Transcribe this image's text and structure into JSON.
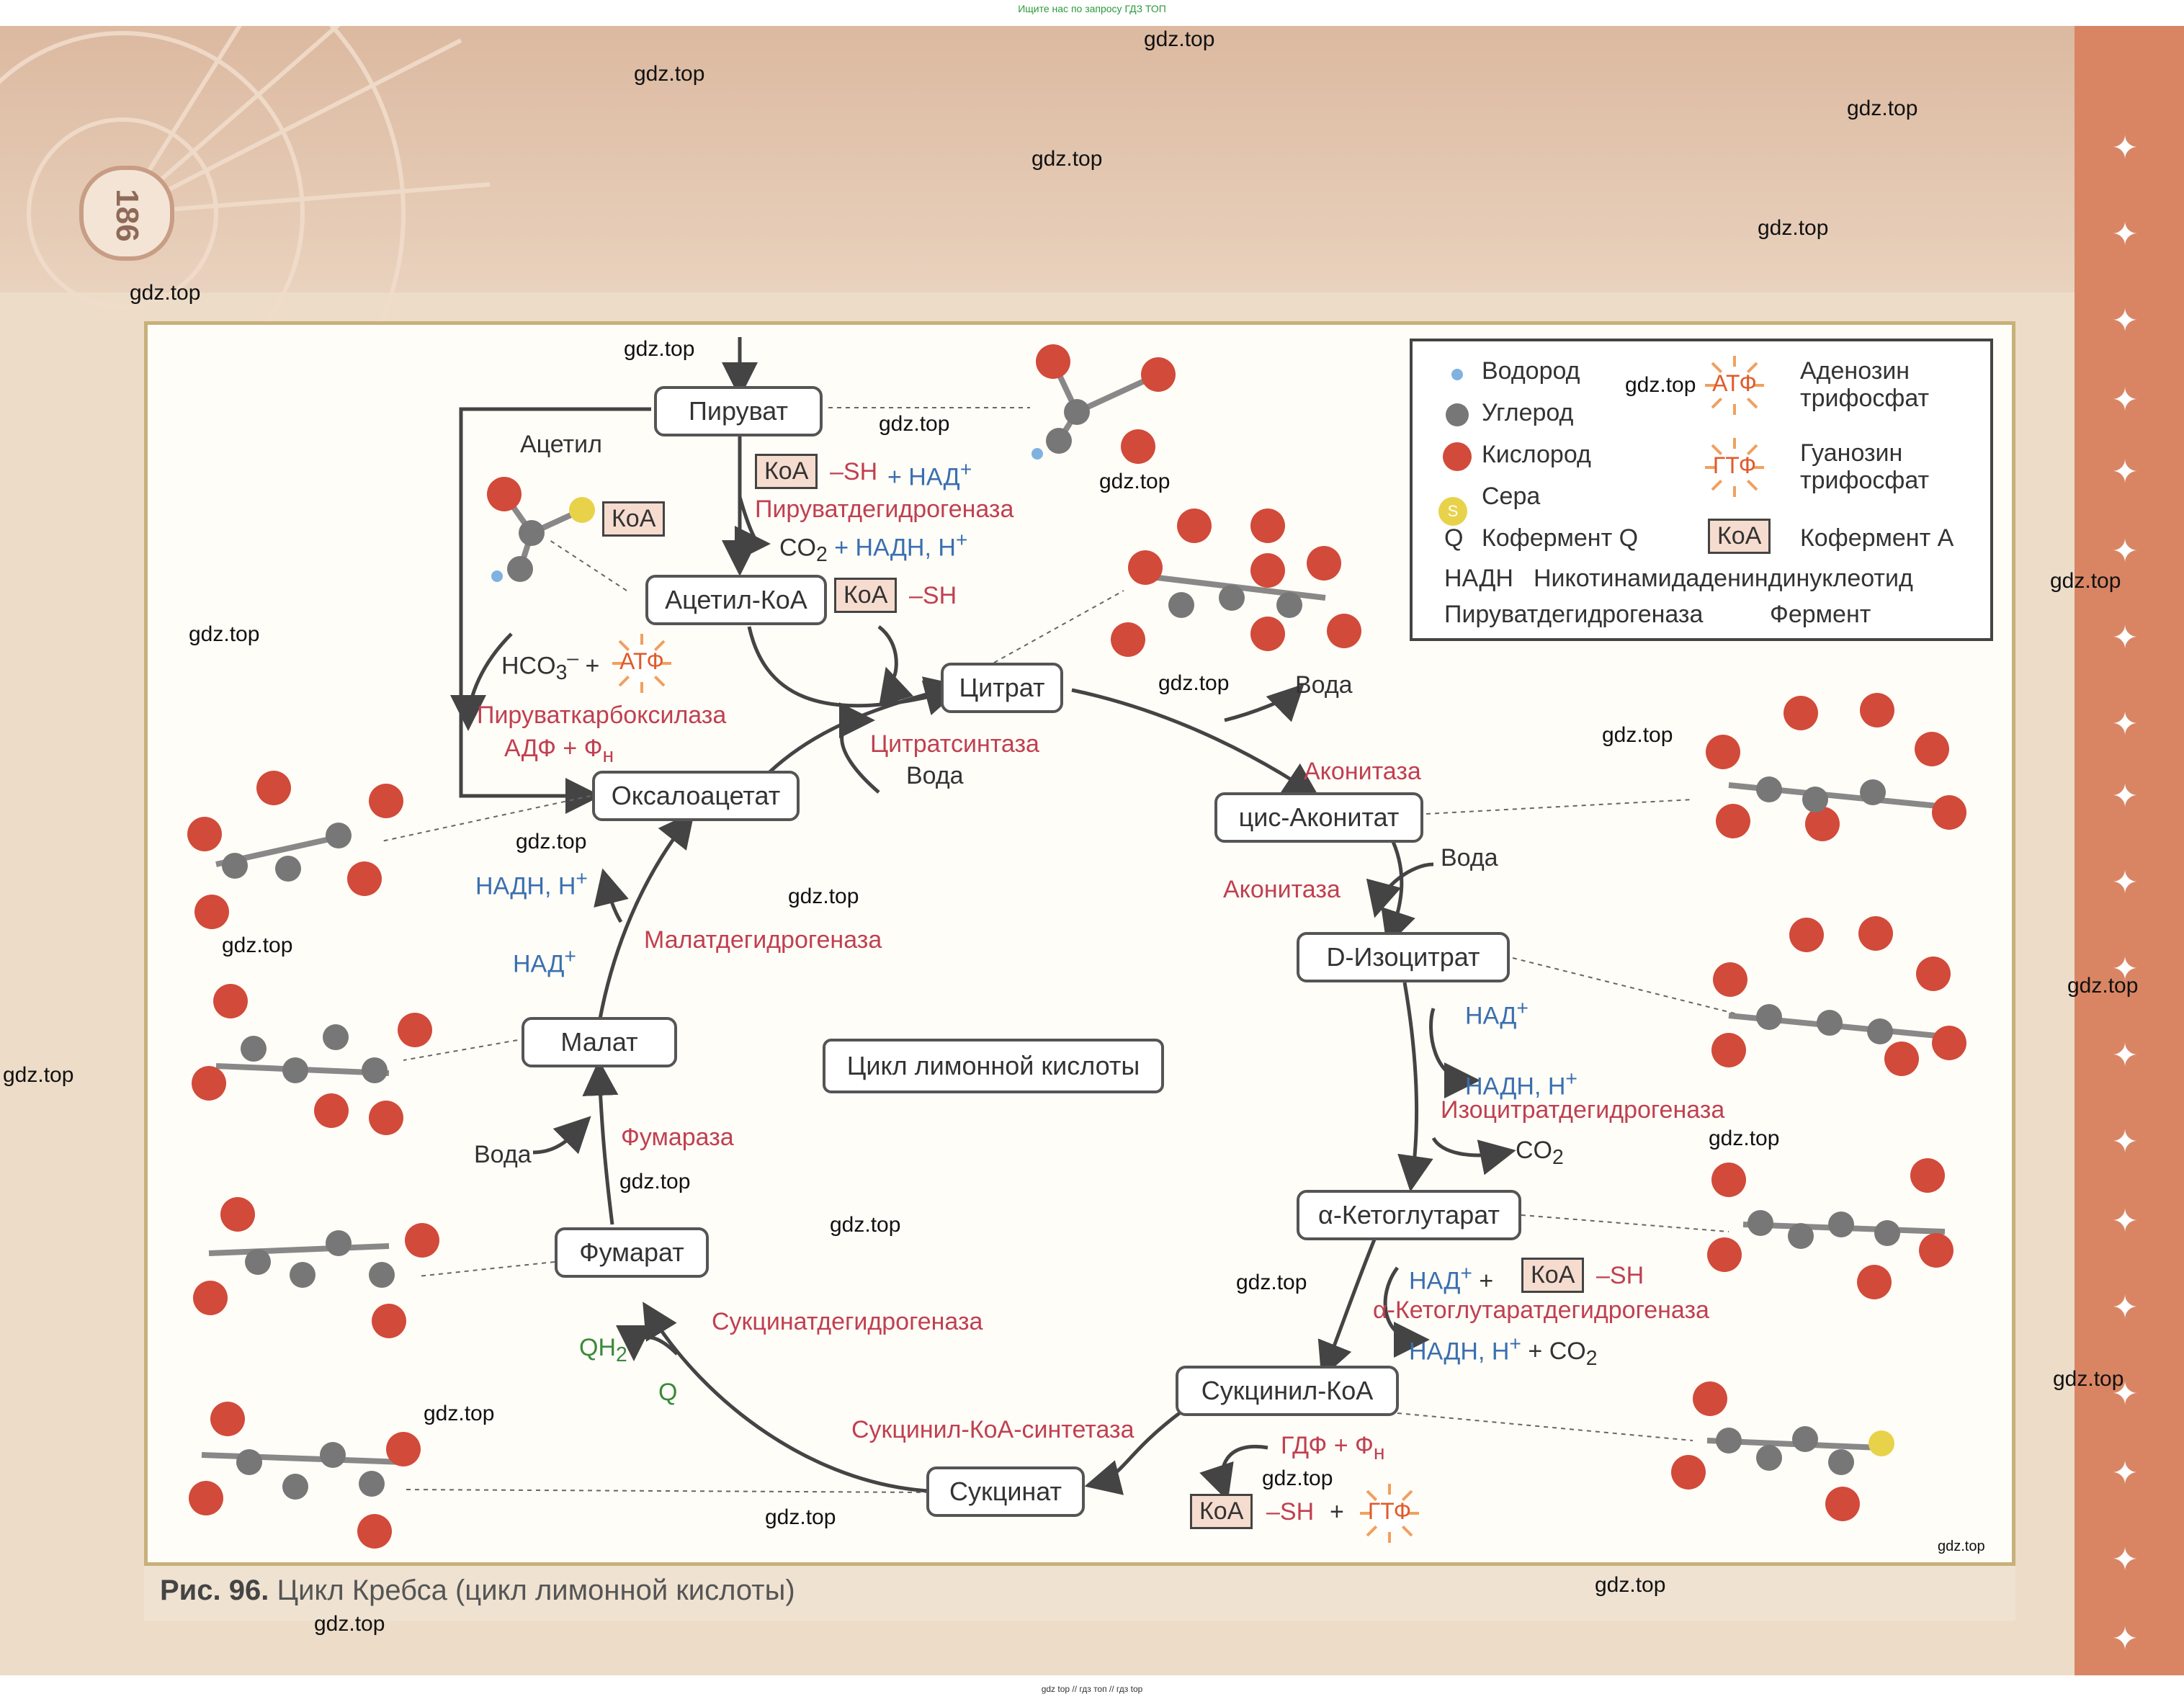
{
  "top_link": "Ищите нас по запросу ГДЗ ТОП",
  "bottom_link": "gdz top // гдз топ // гдз top",
  "page_number": "186",
  "watermark": "gdz.top",
  "caption": {
    "fig": "Рис. 96.",
    "text": "Цикл Кребса (цикл лимонной кислоты)"
  },
  "center_title": "Цикл лимонной кислоты",
  "nodes": {
    "piruvat": "Пируват",
    "acetylcoa": "Ацетил-КоА",
    "citrat": "Цитрат",
    "cisaconitat": "цис-Аконитат",
    "isocitrat": "D-Изоцитрат",
    "ketoglutarat": "α-Кетоглутарат",
    "succinylcoa": "Сукцинил-КоА",
    "succinat": "Сукцинат",
    "fumarat": "Фумарат",
    "malat": "Малат",
    "oxaloacetat": "Оксалоацетат"
  },
  "labels": {
    "acetyl": "Ацетил",
    "koa": "КоА",
    "sh": "–SH",
    "plus_nad": "+ НАД",
    "piruvat_dh": "Пируватдегидрогеназа",
    "co2_nadh": "+ НАДН, Н",
    "co2": "CO",
    "hco3": "HCO",
    "piruvat_carb": "Пируваткарбоксилаза",
    "adf_fn": "АДФ + Ф",
    "citrat_synth": "Цитратсинтаза",
    "voda": "Вода",
    "akonitaza": "Аконитаза",
    "nad": "НАД",
    "nadh_h": "НАДН, Н",
    "isocitrat_dh": "Изоцитратдегидрогеназа",
    "ketoglut_dh": "α-Кетоглутаратдегидрогеназа",
    "nadh_co2": "НАДН, Н",
    "gdf_fn": "ГДФ + Ф",
    "succinylcoa_synth": "Сукцинил-КоА-синтетаза",
    "succinat_dh": "Сукцинатдегидрогеназа",
    "qh2": "QH",
    "q": "Q",
    "fumaraza": "Фумараза",
    "malat_dh": "Малатдегидрогеназа",
    "atf": "АТФ",
    "gtf": "ГТФ"
  },
  "legend": {
    "hydrogen": "Водород",
    "carbon": "Углерод",
    "oxygen": "Кислород",
    "sulfur": "Сера",
    "q_symbol": "Q",
    "coenzyme_q": "Кофермент Q",
    "nadh_abbr": "НАДН",
    "nadh_full": "Никотинамидадениндинуклеотид",
    "enzyme_example": "Пируватдегидрогеназа",
    "enzyme": "Фермент",
    "atf_abbr": "АТФ",
    "atf_full1": "Аденозин",
    "atf_full2": "трифосфат",
    "gtf_abbr": "ГТФ",
    "gtf_full1": "Гуанозин",
    "gtf_full2": "трифосфат",
    "koa_abbr": "КоА",
    "koa_full": "Кофермент А",
    "s_letter": "S"
  },
  "colors": {
    "enzyme": "#c04050",
    "cofactor": "#3a6fb0",
    "atp": "#e05a2a",
    "oxygen": "#d24a3a",
    "carbon": "#777777",
    "hydrogen": "#7fb2e0",
    "sulfur": "#e8d24a"
  }
}
